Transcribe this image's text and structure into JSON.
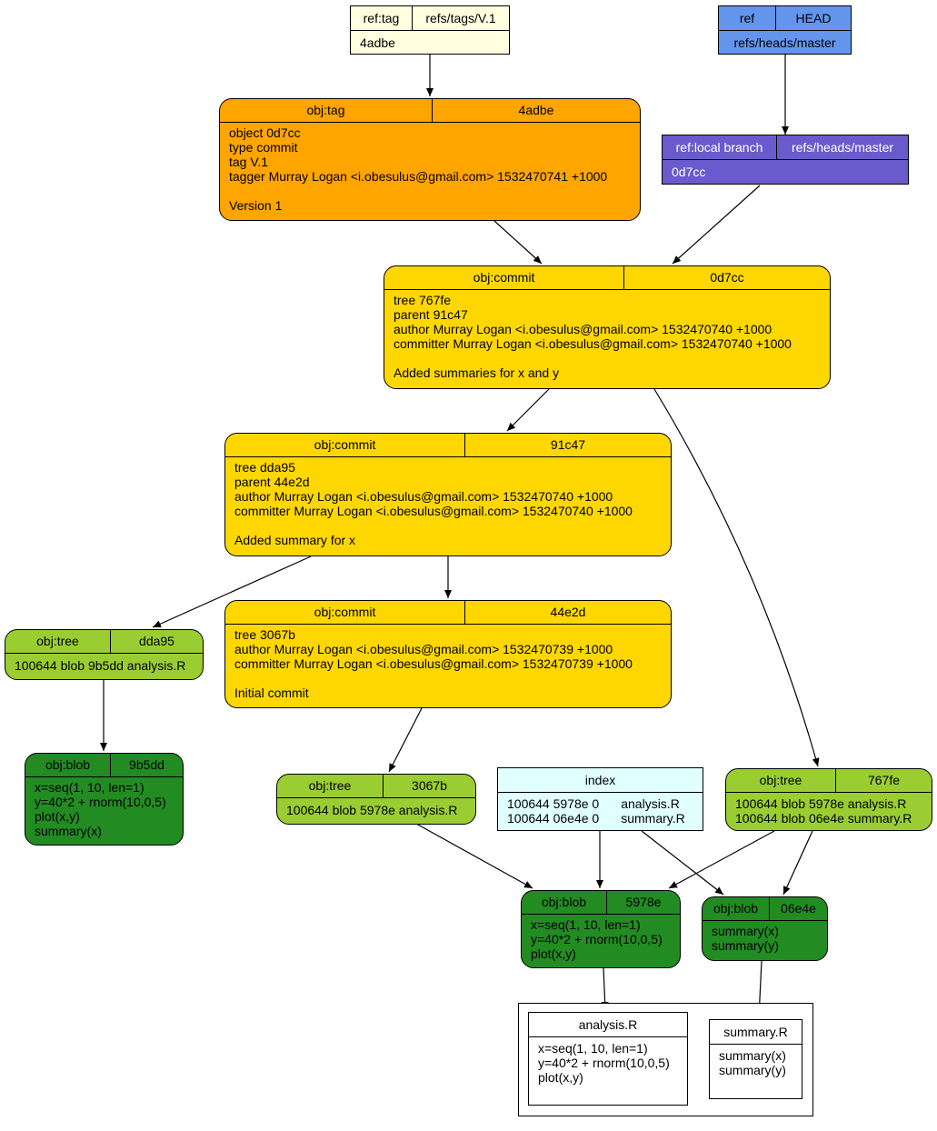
{
  "colors": {
    "ref_tag": "#ffffe0",
    "ref_head": "#6495ed",
    "ref_branch": "#6a5acd",
    "obj_tag": "#ffa500",
    "obj_commit": "#ffd700",
    "obj_tree": "#9acd32",
    "obj_blob": "#228b22",
    "index": "#e0ffff",
    "file": "#ffffff"
  },
  "nodes": {
    "ref_tag": {
      "label": "ref:tag",
      "key": "refs/tags/V.1",
      "value": "4adbe"
    },
    "ref_head": {
      "label": "ref",
      "key": "HEAD",
      "value": "refs/heads/master"
    },
    "ref_branch": {
      "label": "ref:local branch",
      "key": "refs/heads/master",
      "value": "0d7cc"
    },
    "tag_4adbe": {
      "label": "obj:tag",
      "key": "4adbe",
      "lines": [
        "object 0d7cc",
        "type commit",
        "tag V.1",
        "tagger Murray Logan <i.obesulus@gmail.com> 1532470741 +1000",
        "",
        "Version 1"
      ]
    },
    "commit_0d7cc": {
      "label": "obj:commit",
      "key": "0d7cc",
      "lines": [
        "tree 767fe",
        "parent 91c47",
        "author Murray Logan <i.obesulus@gmail.com> 1532470740 +1000",
        "committer Murray Logan <i.obesulus@gmail.com> 1532470740 +1000",
        "",
        "Added summaries for x and y"
      ]
    },
    "commit_91c47": {
      "label": "obj:commit",
      "key": "91c47",
      "lines": [
        "tree dda95",
        "parent 44e2d",
        "author Murray Logan <i.obesulus@gmail.com> 1532470740 +1000",
        "committer Murray Logan <i.obesulus@gmail.com> 1532470740 +1000",
        "",
        "Added summary for x"
      ]
    },
    "commit_44e2d": {
      "label": "obj:commit",
      "key": "44e2d",
      "lines": [
        "tree 3067b",
        "author Murray Logan <i.obesulus@gmail.com> 1532470739 +1000",
        "committer Murray Logan <i.obesulus@gmail.com> 1532470739 +1000",
        "",
        "Initial commit"
      ]
    },
    "tree_dda95": {
      "label": "obj:tree",
      "key": "dda95",
      "lines": [
        "100644 blob 9b5dd analysis.R"
      ]
    },
    "tree_3067b": {
      "label": "obj:tree",
      "key": "3067b",
      "lines": [
        "100644 blob 5978e analysis.R"
      ]
    },
    "tree_767fe": {
      "label": "obj:tree",
      "key": "767fe",
      "lines": [
        "100644 blob 5978e analysis.R",
        "100644 blob 06e4e summary.R"
      ]
    },
    "blob_9b5dd": {
      "label": "obj:blob",
      "key": "9b5dd",
      "lines": [
        "x=seq(1, 10, len=1)",
        "y=40*2 + rnorm(10,0,5)",
        "plot(x,y)",
        "summary(x)"
      ]
    },
    "blob_5978e": {
      "label": "obj:blob",
      "key": "5978e",
      "lines": [
        "x=seq(1, 10, len=1)",
        "y=40*2 + rnorm(10,0,5)",
        "plot(x,y)"
      ]
    },
    "blob_06e4e": {
      "label": "obj:blob",
      "key": "06e4e",
      "lines": [
        "summary(x)",
        "summary(y)"
      ]
    },
    "index": {
      "label": "index",
      "left_lines": [
        "100644 5978e 0",
        "100644 06e4e 0"
      ],
      "right_lines": [
        "analysis.R",
        "summary.R"
      ]
    },
    "file_analysis": {
      "label": "analysis.R",
      "lines": [
        "x=seq(1, 10, len=1)",
        "y=40*2 + rnorm(10,0,5)",
        "plot(x,y)"
      ]
    },
    "file_summary": {
      "label": "summary.R",
      "lines": [
        "summary(x)",
        "summary(y)"
      ]
    }
  }
}
